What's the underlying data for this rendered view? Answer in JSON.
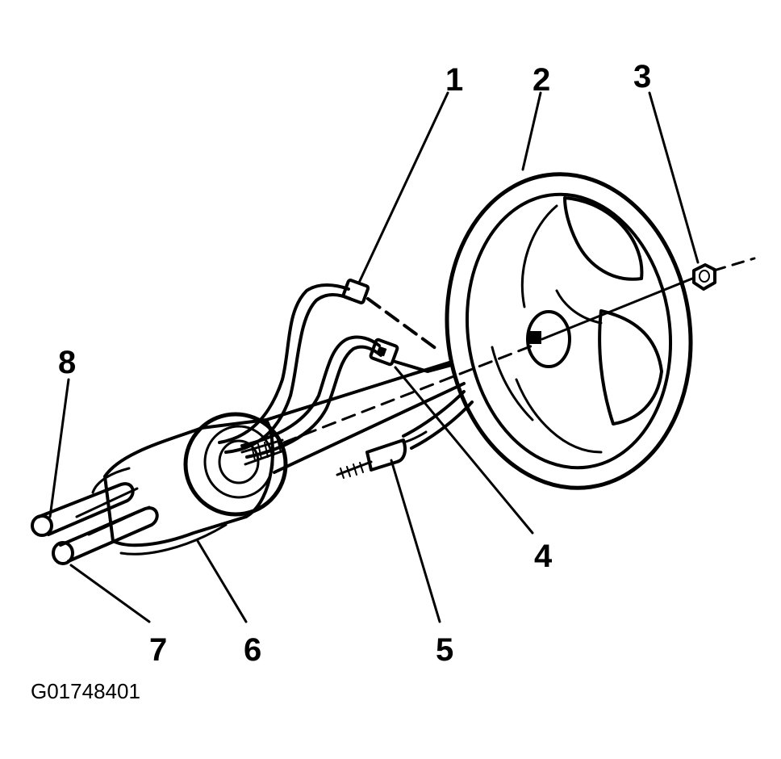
{
  "callouts": [
    {
      "label": "1"
    },
    {
      "label": "2"
    },
    {
      "label": "3"
    },
    {
      "label": "4"
    },
    {
      "label": "5"
    },
    {
      "label": "6"
    },
    {
      "label": "7"
    },
    {
      "label": "8"
    }
  ],
  "figure_id": "G01748401"
}
